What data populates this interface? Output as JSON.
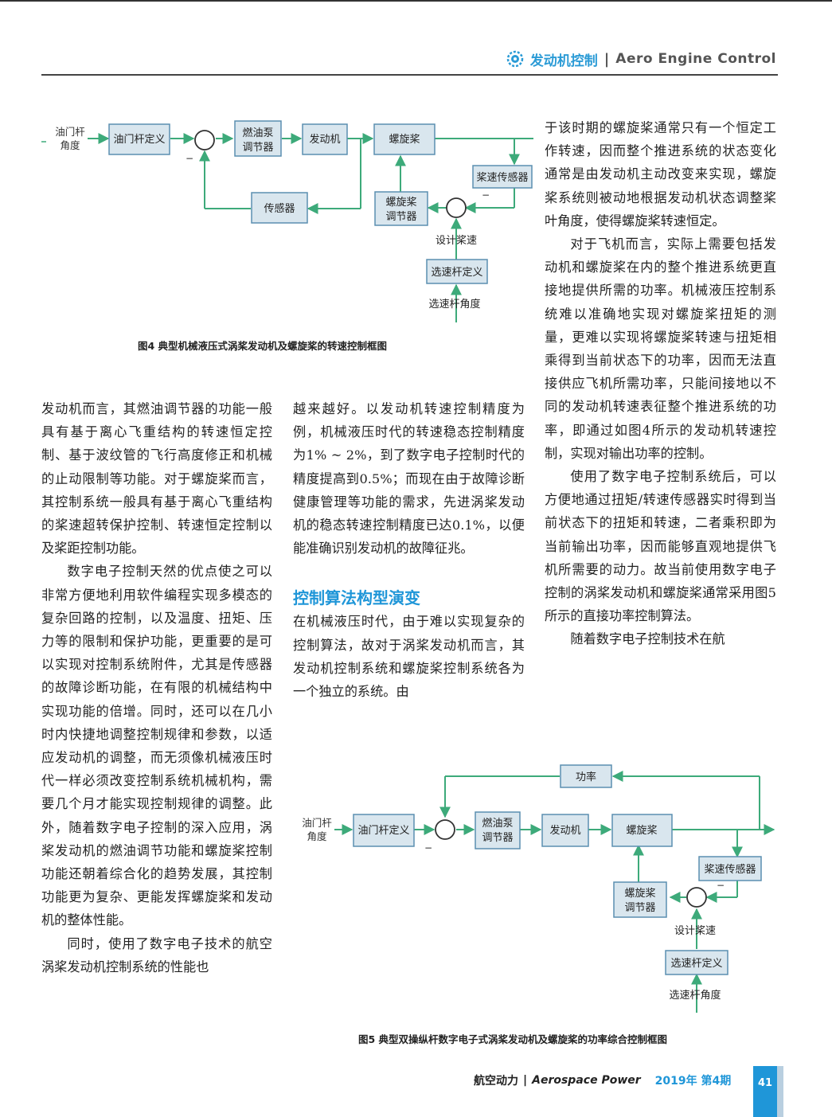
{
  "header": {
    "section_cn": "发动机控制",
    "separator": "|",
    "section_en": "Aero Engine Control",
    "logo_icon": "gear-logo-icon"
  },
  "figure4": {
    "caption": "图4 典型机械液压式涡桨发动机及螺旋桨的转速控制框图",
    "labels": {
      "input_line1": "油门杆",
      "input_line2": "角度",
      "throttle_def": "油门杆定义",
      "fuel_pump_line1": "燃油泵",
      "fuel_pump_line2": "调节器",
      "engine": "发动机",
      "propeller": "螺旋桨",
      "prop_speed_sensor": "桨速传感器",
      "sensor": "传感器",
      "prop_reg_line1": "螺旋桨",
      "prop_reg_line2": "调节器",
      "design_speed": "设计桨速",
      "speed_lever_def": "选速杆定义",
      "speed_lever_angle": "选速杆角度",
      "minus": "−"
    }
  },
  "figure5": {
    "caption": "图5 典型双操纵杆数字电子式涡桨发动机及螺旋桨的功率综合控制框图",
    "labels": {
      "power": "功率",
      "input_line1": "油门杆",
      "input_line2": "角度",
      "throttle_def": "油门杆定义",
      "fuel_pump_line1": "燃油泵",
      "fuel_pump_line2": "调节器",
      "engine": "发动机",
      "propeller": "螺旋桨",
      "prop_speed_sensor": "桨速传感器",
      "prop_reg_line1": "螺旋桨",
      "prop_reg_line2": "调节器",
      "design_speed": "设计桨速",
      "speed_lever_def": "选速杆定义",
      "speed_lever_angle": "选速杆角度",
      "minus": "−"
    }
  },
  "right_top": [
    "于该时期的螺旋桨通常只有一个恒定工作转速，因而整个推进系统的状态变化通常是由发动机主动改变来实现，螺旋桨系统则被动地根据发动机状态调整桨叶角度，使得螺旋桨转速恒定。",
    "对于飞机而言，实际上需要包括发动机和螺旋桨在内的整个推进系统更直接地提供所需的功率。机械液压控制系统难以准确地实现对螺旋桨扭矩的测量，更难以实现将螺旋桨转速与扭矩相乘得到当前状态下的功率，因而无法直接供应飞机所需功率，只能间接地以不同的发动机转速表征整个推进系统的功率，即通过如图4所示的发动机转速控制，实现对输出功率的控制。",
    "使用了数字电子控制系统后，可以方便地通过扭矩/转速传感器实时得到当前状态下的扭矩和转速，二者乘积即为当前输出功率，因而能够直观地提供飞机所需要的动力。故当前使用数字电子控制的涡桨发动机和螺旋桨通常采用图5所示的直接功率控制算法。",
    "随着数字电子控制技术在航"
  ],
  "left_column": [
    "发动机而言，其燃油调节器的功能一般具有基于离心飞重结构的转速恒定控制、基于波纹管的飞行高度修正和机械的止动限制等功能。对于螺旋桨而言，其控制系统一般具有基于离心飞重结构的桨速超转保护控制、转速恒定控制以及桨距控制功能。",
    "数字电子控制天然的优点使之可以非常方便地利用软件编程实现多模态的复杂回路的控制，以及温度、扭矩、压力等的限制和保护功能，更重要的是可以实现对控制系统附件，尤其是传感器的故障诊断功能，在有限的机械结构中实现功能的倍增。同时，还可以在几小时内快捷地调整控制规律和参数，以适应发动机的调整，而无须像机械液压时代一样必须改变控制系统机械机构，需要几个月才能实现控制规律的调整。此外，随着数字电子控制的深入应用，涡桨发动机的燃油调节功能和螺旋桨控制功能还朝着综合化的趋势发展，其控制功能更为复杂、更能发挥螺旋桨和发动机的整体性能。",
    "同时，使用了数字电子技术的航空涡桨发动机控制系统的性能也"
  ],
  "middle_column": {
    "para1": "越来越好。以发动机转速控制精度为例，机械液压时代的转速稳态控制精度为1% ~ 2%，到了数字电子控制时代的精度提高到0.5%；而现在由于故障诊断健康管理等功能的需求，先进涡桨发动机的稳态转速控制精度已达0.1%，以便能准确识别发动机的故障征兆。",
    "section_title": "控制算法构型演变",
    "para2": "在机械液压时代，由于难以实现复杂的控制算法，故对于涡桨发动机而言，其发动机控制系统和螺旋桨控制系统各为一个独立的系统。由"
  },
  "footer": {
    "journal_cn": "航空动力",
    "separator": "|",
    "journal_en": "Aerospace Power",
    "issue": "2019年 第4期",
    "page": "41"
  },
  "colors": {
    "accent_blue": "#1f96d8",
    "arrow_green": "#3daa7a",
    "box_fill": "#d9e6ee",
    "box_border": "#5b8fb0"
  }
}
